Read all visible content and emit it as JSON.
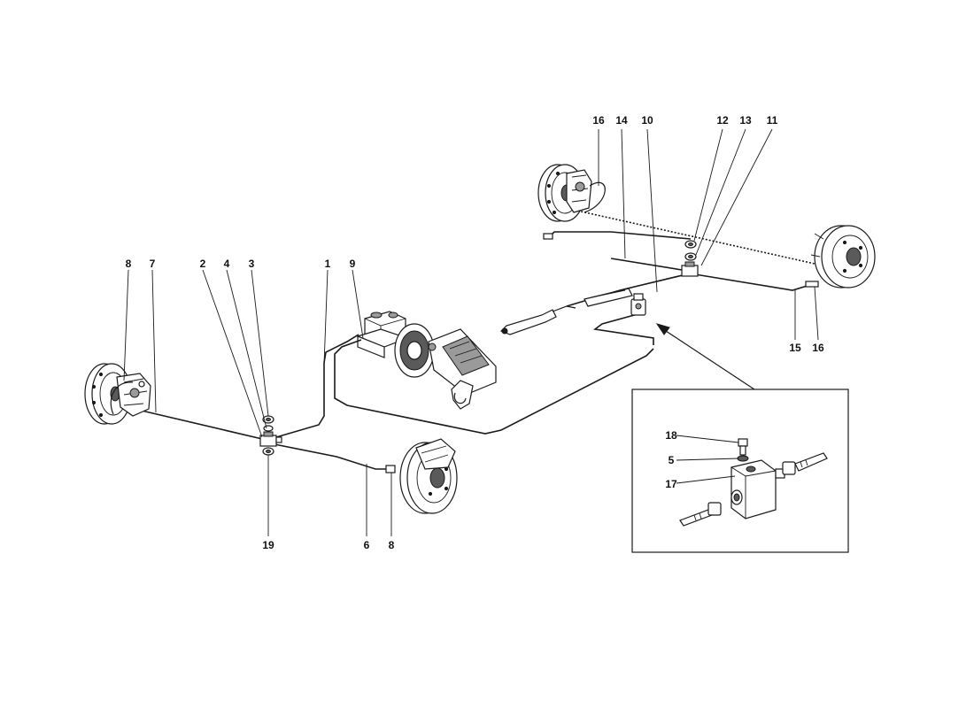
{
  "callouts": [
    {
      "id": "c-16a",
      "label": "16"
    },
    {
      "id": "c-14",
      "label": "14"
    },
    {
      "id": "c-10",
      "label": "10"
    },
    {
      "id": "c-12",
      "label": "12"
    },
    {
      "id": "c-13",
      "label": "13"
    },
    {
      "id": "c-11",
      "label": "11"
    },
    {
      "id": "c-8a",
      "label": "8"
    },
    {
      "id": "c-7",
      "label": "7"
    },
    {
      "id": "c-2",
      "label": "2"
    },
    {
      "id": "c-4",
      "label": "4"
    },
    {
      "id": "c-3",
      "label": "3"
    },
    {
      "id": "c-1",
      "label": "1"
    },
    {
      "id": "c-9",
      "label": "9"
    },
    {
      "id": "c-15",
      "label": "15"
    },
    {
      "id": "c-16b",
      "label": "16"
    },
    {
      "id": "c-19",
      "label": "19"
    },
    {
      "id": "c-6",
      "label": "6"
    },
    {
      "id": "c-8b",
      "label": "8"
    },
    {
      "id": "c-18",
      "label": "18"
    },
    {
      "id": "c-5",
      "label": "5"
    },
    {
      "id": "c-17",
      "label": "17"
    }
  ]
}
